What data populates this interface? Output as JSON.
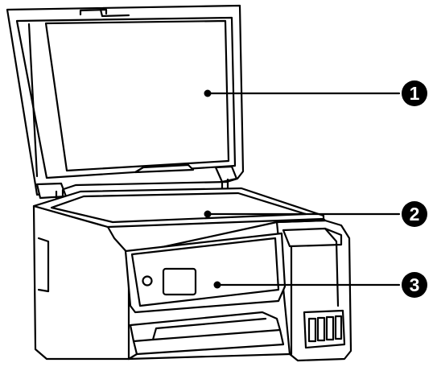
{
  "callouts": [
    {
      "label": "1",
      "part": "document-cover"
    },
    {
      "label": "2",
      "part": "scanner-glass"
    },
    {
      "label": "3",
      "part": "control-panel"
    }
  ],
  "colors": {
    "stroke": "#000000",
    "background": "#ffffff",
    "badge": "#000000",
    "badge_text": "#ffffff"
  }
}
